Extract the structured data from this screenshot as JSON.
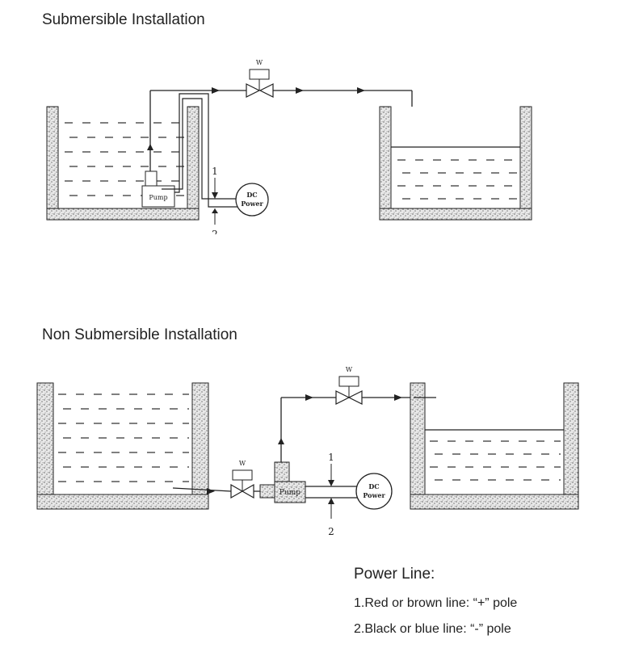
{
  "titles": {
    "submersible": "Submersible Installation",
    "non_submersible": "Non Submersible Installation"
  },
  "labels": {
    "valve": "W",
    "dc_top": "DC",
    "dc_bottom": "Power",
    "pump": "Pump",
    "pump_submerged": "Pump",
    "wire_1": "1",
    "wire_2": "2"
  },
  "legend": {
    "heading": "Power Line:",
    "line1": "1.Red or brown line:  “+” pole",
    "line2": "2.Black or blue line:  “-” pole"
  }
}
